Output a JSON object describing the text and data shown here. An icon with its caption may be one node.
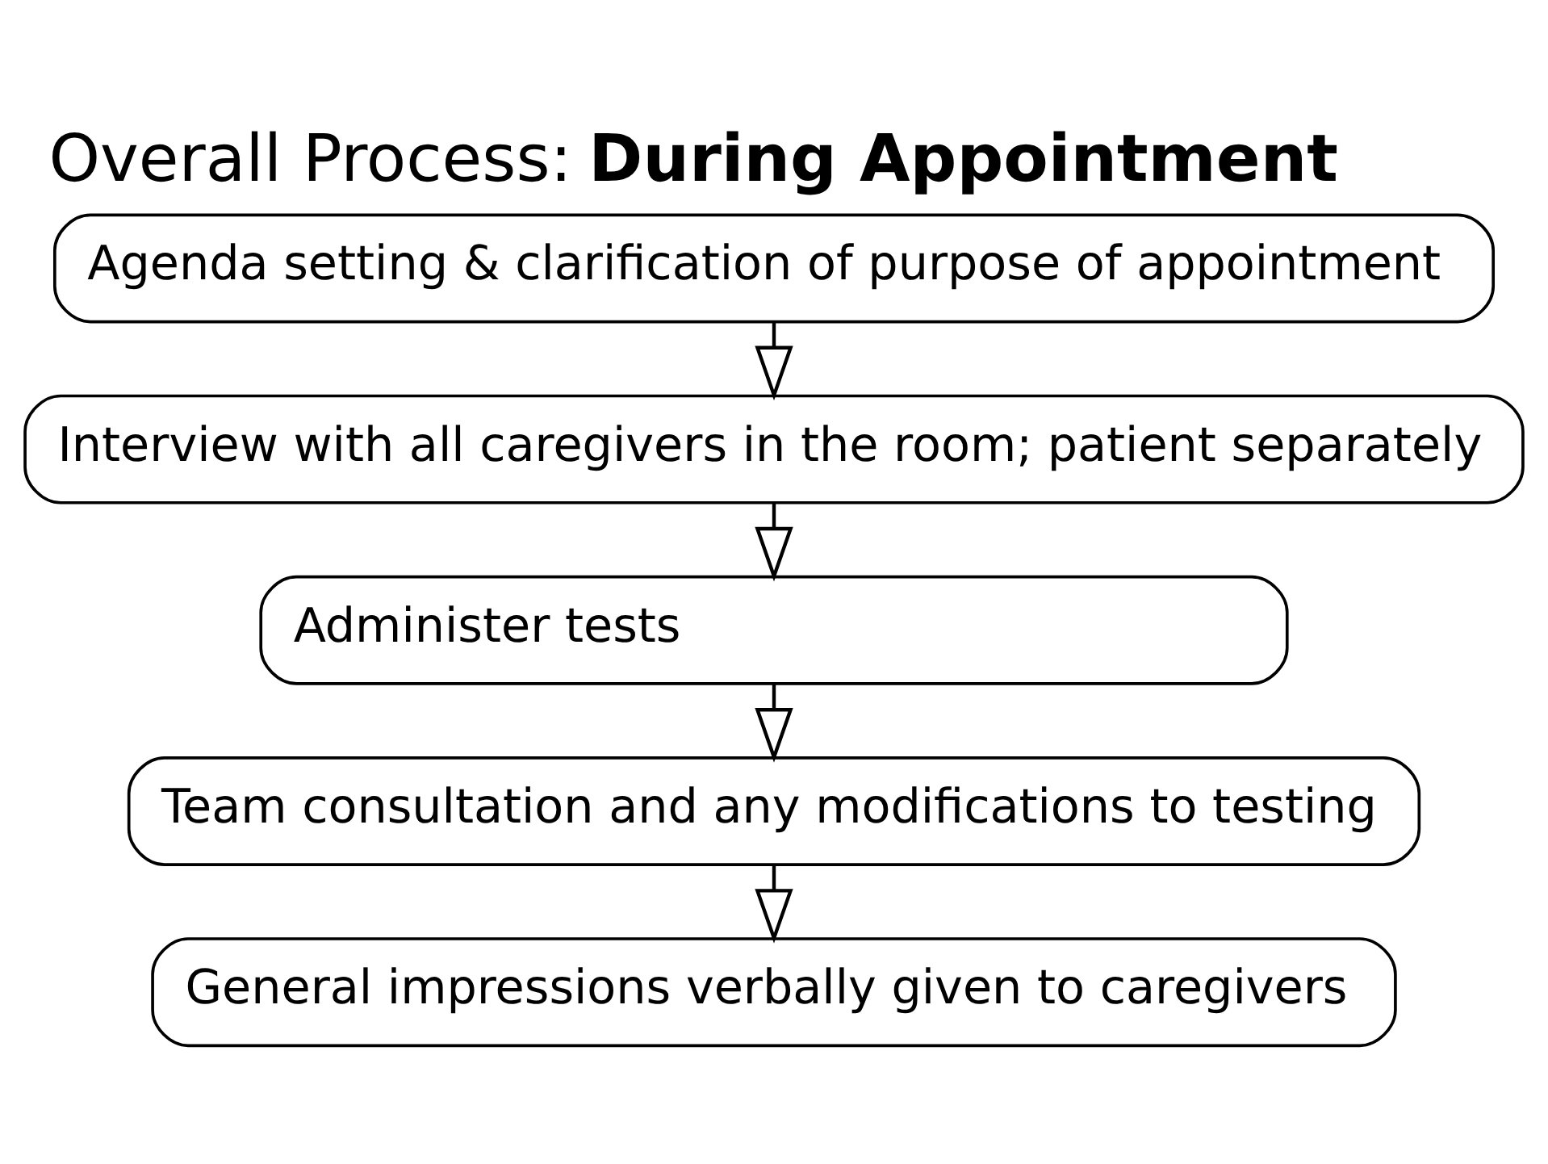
{
  "diagram": {
    "title": "Overall Process: **During Appointment**",
    "nodes": [
      {
        "text": [
          "Agenda setting & clarification of purpose of appointment"
        ]
      },
      {
        "text": [
          "Interview with all caregivers in the room; patient separately"
        ]
      },
      {
        "text": [
          "Administer tests"
        ]
      },
      {
        "text": [
          "Team consultation and any modifications to testing"
        ]
      },
      {
        "text": [
          "General impressions verbally given to caregivers"
        ]
      }
    ],
    "edges": [
      {
        "from": 0,
        "to": 1,
        "arrow": "to"
      },
      {
        "from": 1,
        "to": 2,
        "arrow": "to"
      },
      {
        "from": 2,
        "to": 3,
        "arrow": "to"
      },
      {
        "from": 3,
        "to": 4,
        "arrow": "to"
      }
    ]
  }
}
